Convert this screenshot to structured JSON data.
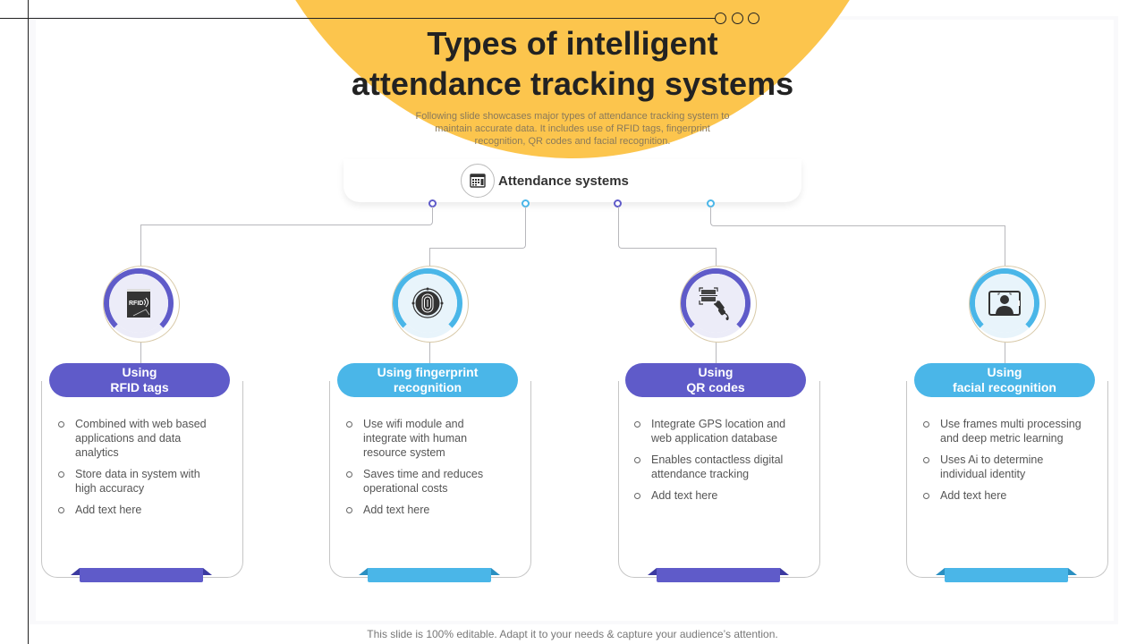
{
  "slide": {
    "title_line1": "Types of intelligent",
    "title_line2": "attendance tracking systems",
    "subtitle": "Following slide showcases major types of attendance tracking system to maintain accurate data. It includes use of RFID tags, fingerprint recognition, QR codes and facial recognition.",
    "footer": "This slide is 100% editable. Adapt it to your needs & capture your audience’s attention."
  },
  "center": {
    "label": "Attendance systems",
    "icon": "attendance-terminal-icon"
  },
  "colors": {
    "yellow": "#fcc54d",
    "purple": "#5f5bc9",
    "blue": "#4ab6e8",
    "purple_light": "#ececf8",
    "blue_light": "#e8f4fb",
    "dark_purple": "#3c3aa0",
    "dark_blue": "#2a8fc1"
  },
  "systems": [
    {
      "title_line1": "Using",
      "title_line2": "RFID tags",
      "icon": "rfid-tag-icon",
      "accent": "purple",
      "bullets": [
        "Combined with web based applications and data analytics",
        "Store data in system with high accuracy",
        "Add text here"
      ]
    },
    {
      "title_line1": "Using fingerprint",
      "title_line2": "recognition",
      "icon": "fingerprint-icon",
      "accent": "blue",
      "bullets": [
        "Use wifi module and integrate with human resource system",
        "Saves time and reduces operational costs",
        "Add text here"
      ]
    },
    {
      "title_line1": "Using",
      "title_line2": "QR codes",
      "icon": "qr-scanner-icon",
      "accent": "purple",
      "bullets": [
        "Integrate GPS location and web application database",
        "Enables contactless digital attendance tracking",
        "Add text here"
      ]
    },
    {
      "title_line1": "Using",
      "title_line2": "facial recognition",
      "icon": "face-recognition-icon",
      "accent": "blue",
      "bullets": [
        "Use frames multi processing and deep metric learning",
        "Uses Ai to determine individual identity",
        "Add text here"
      ]
    }
  ]
}
